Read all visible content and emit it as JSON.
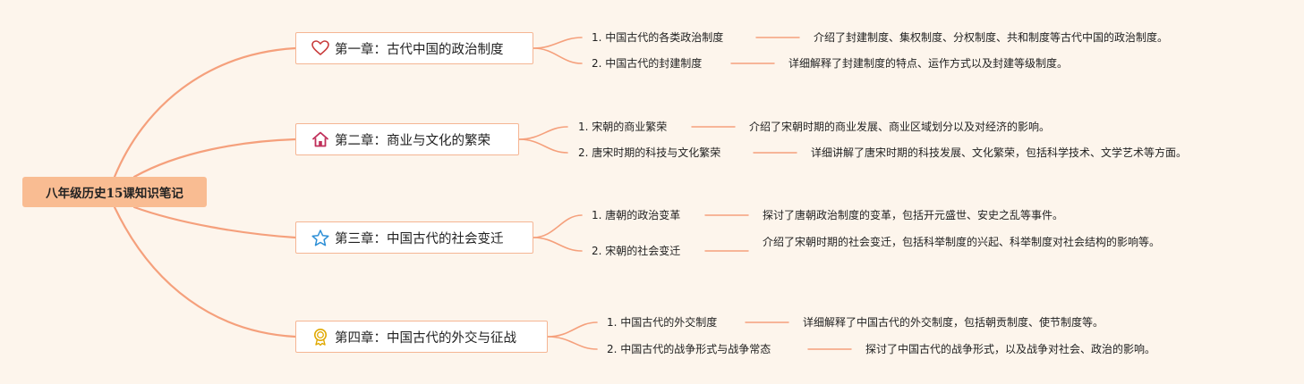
{
  "root": {
    "title": "八年级历史15课知识笔记"
  },
  "chapters": [
    {
      "label": "第一章：古代中国的政治制度",
      "icon": "heart-icon",
      "items": [
        {
          "title": "1. 中国古代的各类政治制度",
          "desc": "介绍了封建制度、集权制度、分权制度、共和制度等古代中国的政治制度。"
        },
        {
          "title": "2. 中国古代的封建制度",
          "desc": "详细解释了封建制度的特点、运作方式以及封建等级制度。"
        }
      ]
    },
    {
      "label": "第二章：商业与文化的繁荣",
      "icon": "home-icon",
      "items": [
        {
          "title": "1. 宋朝的商业繁荣",
          "desc": "介绍了宋朝时期的商业发展、商业区域划分以及对经济的影响。"
        },
        {
          "title": "2. 唐宋时期的科技与文化繁荣",
          "desc": "详细讲解了唐宋时期的科技发展、文化繁荣，包括科学技术、文学艺术等方面。"
        }
      ]
    },
    {
      "label": "第三章：中国古代的社会变迁",
      "icon": "star-icon",
      "items": [
        {
          "title": "1. 唐朝的政治变革",
          "desc": "探讨了唐朝政治制度的变革，包括开元盛世、安史之乱等事件。"
        },
        {
          "title": "2. 宋朝的社会变迁",
          "desc": "介绍了宋朝时期的社会变迁，包括科举制度的兴起、科举制度对社会结构的影响等。"
        }
      ]
    },
    {
      "label": "第四章：中国古代的外交与征战",
      "icon": "medal-icon",
      "items": [
        {
          "title": "1. 中国古代的外交制度",
          "desc": "详细解释了中国古代的外交制度，包括朝贡制度、使节制度等。"
        },
        {
          "title": "2. 中国古代的战争形式与战争常态",
          "desc": "探讨了中国古代的战争形式，以及战争对社会、政治的影响。"
        }
      ]
    }
  ]
}
